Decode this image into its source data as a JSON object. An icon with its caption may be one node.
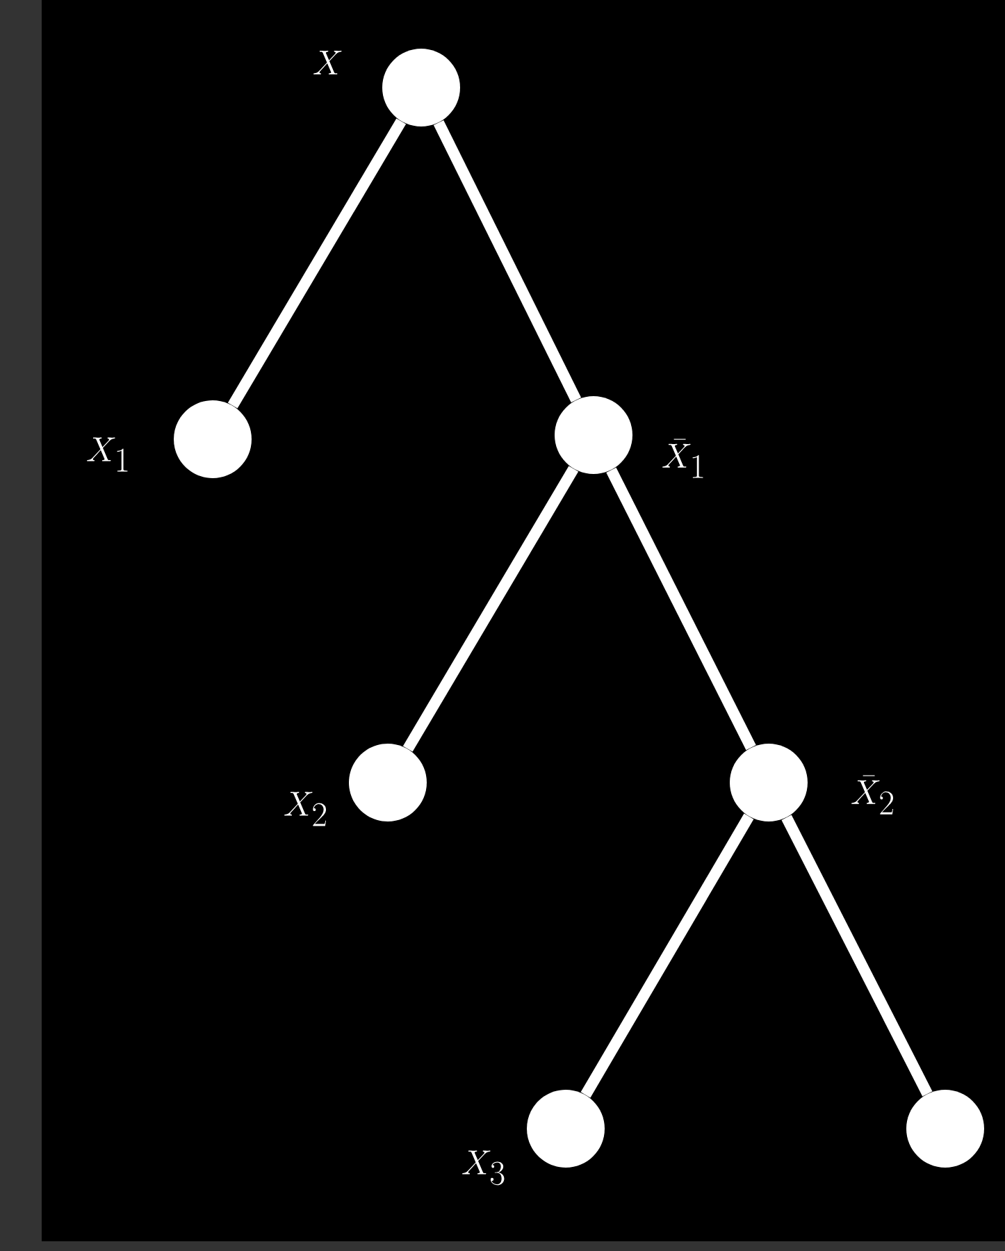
{
  "diagram": {
    "nodes": [
      {
        "text": [],
        "shape": "circle",
        "beside": [
          "X"
        ]
      },
      {
        "text": [],
        "shape": "circle",
        "beside": [
          "X_1"
        ]
      },
      {
        "text": [],
        "shape": "circle",
        "beside": [
          "\\bar{X}_1"
        ]
      },
      {
        "text": [],
        "shape": "circle",
        "beside": [
          "X_2"
        ]
      },
      {
        "text": [],
        "shape": "circle",
        "beside": [
          "\\bar{X}_2"
        ]
      },
      {
        "text": [],
        "shape": "circle",
        "beside": [
          "X_3"
        ]
      },
      {
        "text": [],
        "shape": "circle"
      }
    ],
    "edges": [
      {
        "from": 0,
        "to": 1,
        "arrow": "none"
      },
      {
        "from": 0,
        "to": 2,
        "arrow": "none"
      },
      {
        "from": 2,
        "to": 3,
        "arrow": "none"
      },
      {
        "from": 2,
        "to": 4,
        "arrow": "none"
      },
      {
        "from": 4,
        "to": 5,
        "arrow": "none"
      },
      {
        "from": 4,
        "to": 6,
        "arrow": "none"
      }
    ]
  }
}
